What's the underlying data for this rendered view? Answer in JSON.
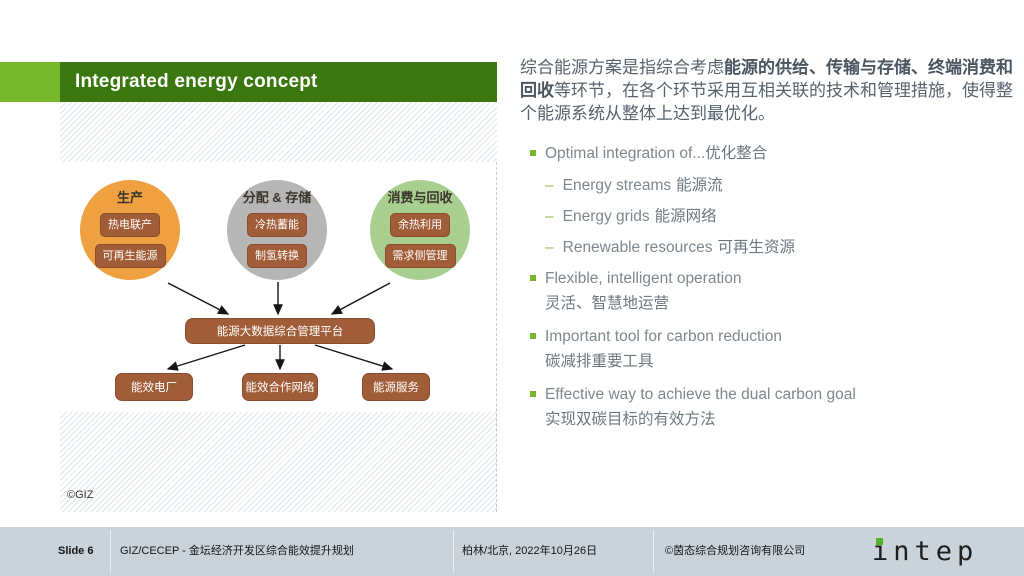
{
  "header": {
    "title": "Integrated energy concept"
  },
  "colors": {
    "accent_light_green": "#77b72c",
    "header_dark_green": "#3a770e",
    "bullet_green": "#76b82a",
    "circle_production": "#efa041",
    "circle_distribution": "#b6b6b6",
    "circle_consumption": "#a8cf90",
    "node_brown": "#a15c38",
    "footer_bg": "#c9d3d9"
  },
  "diagram": {
    "credit": "©GIZ",
    "circles": [
      {
        "title": "生产",
        "items": [
          "热电联产",
          "可再生能源"
        ]
      },
      {
        "title": "分配 & 存储",
        "items": [
          "冷热蓄能",
          "制氢转换"
        ]
      },
      {
        "title": "消费与回收",
        "items": [
          "余热利用",
          "需求侧管理"
        ]
      }
    ],
    "platform": "能源大数据综合管理平台",
    "outputs": [
      "能效电厂",
      "能效合作网络",
      "能源服务"
    ]
  },
  "right": {
    "paragraph": {
      "seg0": "综合能源方案是指综合考虑",
      "seg1": "能源的供给、传输与存储、终端消费和回收",
      "seg2": "等环节，在各个环节采用互相关联的技术和管理措施，使得整个能源系统从整体上达到最优化。"
    },
    "dash": "–",
    "bullets": [
      {
        "en": "Optimal integration of...",
        "zh": "优化整合"
      },
      {
        "en": "Energy streams",
        "zh": "能源流"
      },
      {
        "en": "Energy grids",
        "zh": "能源网络"
      },
      {
        "en": "Renewable resources",
        "zh": "可再生资源"
      },
      {
        "en": "Flexible, intelligent operation",
        "zh": "灵活、智慧地运营"
      },
      {
        "en": "Important tool for carbon reduction",
        "zh": "碳减排重要工具"
      },
      {
        "en": "Effective way to achieve the dual carbon goal",
        "zh": "实现双碳目标的有效方法"
      }
    ]
  },
  "footer": {
    "slide_label": "Slide 6",
    "project": "GIZ/CECEP - 金坛经济开发区综合能效提升规划",
    "date": "柏林/北京, 2022年10月26日",
    "copyright": "©茵态综合规划咨询有限公司",
    "logo": "intep"
  }
}
